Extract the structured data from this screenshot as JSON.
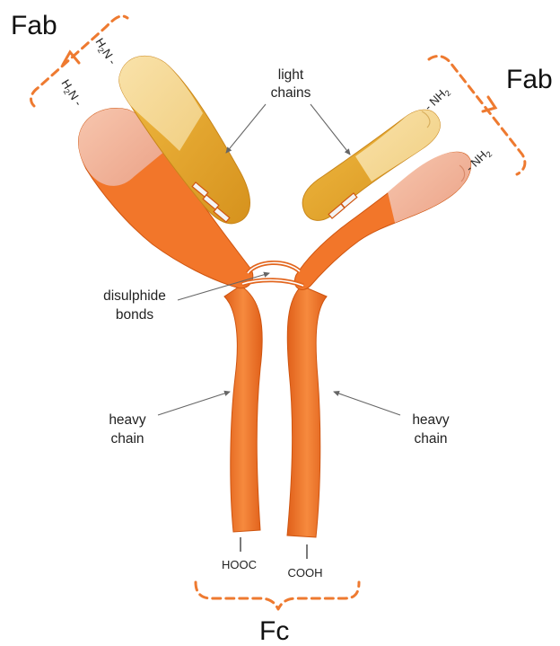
{
  "labels": {
    "fab_left": "Fab",
    "fab_right": "Fab",
    "fc": "Fc",
    "light_chains_line1": "light",
    "light_chains_line2": "chains",
    "disulphide_line1": "disulphide",
    "disulphide_line2": "bonds",
    "heavy_left_line1": "heavy",
    "heavy_left_line2": "chain",
    "heavy_right_line1": "heavy",
    "heavy_right_line2": "chain"
  },
  "termini": {
    "h2n_left_1": {
      "main": "H",
      "sub": "2",
      "tail": "N -"
    },
    "h2n_left_2": {
      "main": "H",
      "sub": "2",
      "tail": "N -"
    },
    "nh2_right_1": {
      "main": "- NH",
      "sub": "2"
    },
    "nh2_right_2": {
      "main": "- NH",
      "sub": "2"
    },
    "hooc": "HOOC",
    "cooh": "COOH"
  },
  "colors": {
    "heavy_chain": "#f2762a",
    "heavy_chain_dark": "#d75a14",
    "heavy_variable": "#f2b79a",
    "light_chain": "#e8a92f",
    "light_chain_dark": "#cf8a18",
    "light_variable": "#f6d894",
    "bracket": "#ee7a30",
    "arrow": "#666666"
  }
}
